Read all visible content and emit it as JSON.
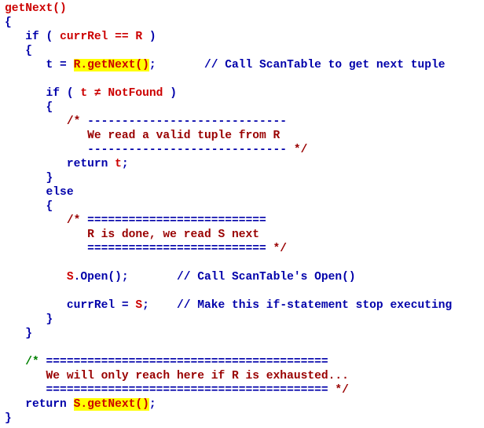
{
  "lines": [
    {
      "parts": [
        {
          "t": "getNext()",
          "c": "r"
        }
      ]
    },
    {
      "parts": [
        {
          "t": "{",
          "c": "b"
        }
      ]
    },
    {
      "parts": [
        {
          "t": "   if ( ",
          "c": "b"
        },
        {
          "t": "currRel",
          "c": "r"
        },
        {
          "t": " == ",
          "c": "r"
        },
        {
          "t": "R",
          "c": "r"
        },
        {
          "t": " )",
          "c": "b"
        }
      ]
    },
    {
      "parts": [
        {
          "t": "   {",
          "c": "b"
        }
      ]
    },
    {
      "parts": [
        {
          "t": "      t = ",
          "c": "b"
        },
        {
          "t": "R.getNext()",
          "c": "r",
          "hl": true
        },
        {
          "t": ";       // Call ScanTable to get next tuple",
          "c": "b"
        }
      ]
    },
    {
      "parts": [
        {
          "t": "",
          "c": "b"
        }
      ]
    },
    {
      "parts": [
        {
          "t": "      if ( ",
          "c": "b"
        },
        {
          "t": "t ≠ NotFound",
          "c": "r"
        },
        {
          "t": " )",
          "c": "b"
        }
      ]
    },
    {
      "parts": [
        {
          "t": "      {",
          "c": "b"
        }
      ]
    },
    {
      "parts": [
        {
          "t": "         /* ",
          "c": "m"
        },
        {
          "t": "-----------------------------",
          "c": "b"
        }
      ]
    },
    {
      "parts": [
        {
          "t": "            We read a valid tuple from R",
          "c": "m"
        }
      ]
    },
    {
      "parts": [
        {
          "t": "            -----------------------------",
          "c": "b"
        },
        {
          "t": " */",
          "c": "m"
        }
      ]
    },
    {
      "parts": [
        {
          "t": "         return ",
          "c": "b"
        },
        {
          "t": "t",
          "c": "r"
        },
        {
          "t": ";",
          "c": "b"
        }
      ]
    },
    {
      "parts": [
        {
          "t": "      }",
          "c": "b"
        }
      ]
    },
    {
      "parts": [
        {
          "t": "      else",
          "c": "b"
        }
      ]
    },
    {
      "parts": [
        {
          "t": "      {",
          "c": "b"
        }
      ]
    },
    {
      "parts": [
        {
          "t": "         /* ",
          "c": "m"
        },
        {
          "t": "==========================",
          "c": "b"
        }
      ]
    },
    {
      "parts": [
        {
          "t": "            R is done, we read S next",
          "c": "m"
        }
      ]
    },
    {
      "parts": [
        {
          "t": "            ==========================",
          "c": "b"
        },
        {
          "t": " */",
          "c": "m"
        }
      ]
    },
    {
      "parts": [
        {
          "t": "",
          "c": "b"
        }
      ]
    },
    {
      "parts": [
        {
          "t": "         ",
          "c": "b"
        },
        {
          "t": "S",
          "c": "r"
        },
        {
          "t": ".Open();       // Call ScanTable's Open()",
          "c": "b"
        }
      ]
    },
    {
      "parts": [
        {
          "t": "",
          "c": "b"
        }
      ]
    },
    {
      "parts": [
        {
          "t": "         currRel = ",
          "c": "b"
        },
        {
          "t": "S",
          "c": "r"
        },
        {
          "t": ";    // Make this if-statement stop executing",
          "c": "b"
        }
      ]
    },
    {
      "parts": [
        {
          "t": "      }",
          "c": "b"
        }
      ]
    },
    {
      "parts": [
        {
          "t": "   }",
          "c": "b"
        }
      ]
    },
    {
      "parts": [
        {
          "t": "",
          "c": "b"
        }
      ]
    },
    {
      "parts": [
        {
          "t": "   /* ",
          "c": "g"
        },
        {
          "t": "=========================================",
          "c": "b"
        }
      ]
    },
    {
      "parts": [
        {
          "t": "      We will only reach here if R is exhausted...",
          "c": "m"
        }
      ]
    },
    {
      "parts": [
        {
          "t": "      =========================================",
          "c": "b"
        },
        {
          "t": " */",
          "c": "m"
        }
      ]
    },
    {
      "parts": [
        {
          "t": "   return ",
          "c": "b"
        },
        {
          "t": "S.getNext()",
          "c": "r",
          "hl": true
        },
        {
          "t": ";",
          "c": "b"
        }
      ]
    },
    {
      "parts": [
        {
          "t": "}",
          "c": "b"
        }
      ]
    }
  ]
}
